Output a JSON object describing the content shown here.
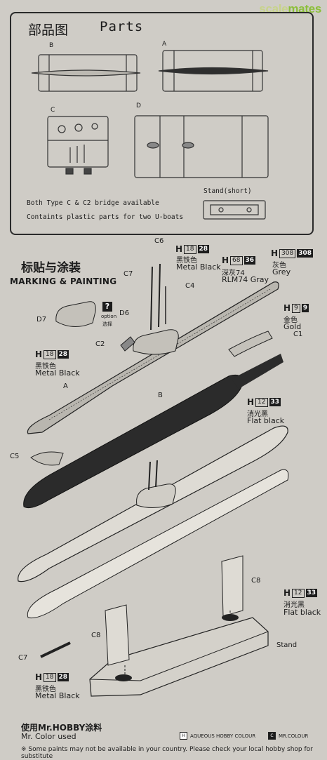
{
  "watermark": {
    "part1": "scale",
    "part2": "mates"
  },
  "parts": {
    "title_cn": "部品图",
    "title_en": "Parts",
    "sprue_labels": [
      "B",
      "A",
      "C",
      "D"
    ],
    "note1": "Both Type C & C2 bridge available",
    "note2": "Containts plastic parts for two U-boats",
    "stand_label": "Stand(short)"
  },
  "marking": {
    "title_cn": "标贴与涂装",
    "title_en": "MARKING & PAINTING"
  },
  "colors": {
    "c1": {
      "h": "H",
      "n1": "18",
      "n2": "28",
      "cn": "黑铁色",
      "en": "Metal  Black"
    },
    "c2": {
      "h": "H",
      "n1": "68",
      "n2": "36",
      "cn": "深灰74",
      "en": "RLM74 Gray"
    },
    "c3": {
      "h": "H",
      "n1": "308",
      "n2": "308",
      "cn": "灰色",
      "en": "Grey"
    },
    "c4": {
      "h": "H",
      "n1": "9",
      "n2": "9",
      "cn": "金色",
      "en": "Gold"
    },
    "c5": {
      "h": "H",
      "n1": "18",
      "n2": "28",
      "cn": "黑铁色",
      "en": "Metal  Black"
    },
    "c6": {
      "h": "H",
      "n1": "12",
      "n2": "33",
      "cn": "消光黑",
      "en": "Flat black"
    },
    "c7": {
      "h": "H",
      "n1": "12",
      "n2": "33",
      "cn": "消光黑",
      "en": "Flat black"
    },
    "c8": {
      "h": "H",
      "n1": "18",
      "n2": "28",
      "cn": "黑铁色",
      "en": "Metal  Black"
    }
  },
  "part_labels": {
    "C6": "C6",
    "C7": "C7",
    "C4": "C4",
    "D7": "D7",
    "D6": "D6",
    "C2": "C2",
    "C1": "C1",
    "A": "A",
    "B": "B",
    "C5": "C5",
    "C8a": "C8",
    "C8b": "C8",
    "C7b": "C7",
    "Stand": "Stand",
    "option_cn": "选择",
    "option_en": "option",
    "option_mark": "?"
  },
  "footer": {
    "line1": "使用Mr.HOBBY涂料",
    "line2": "Mr. Color used",
    "legend1_mark": "H",
    "legend1": "AQUEOUS HOBBY COLOUR",
    "legend2_mark": "C",
    "legend2": "MR.COLOUR",
    "note": "※ Some paints may not be available in your country. Please check your local hobby shop for substitute"
  }
}
